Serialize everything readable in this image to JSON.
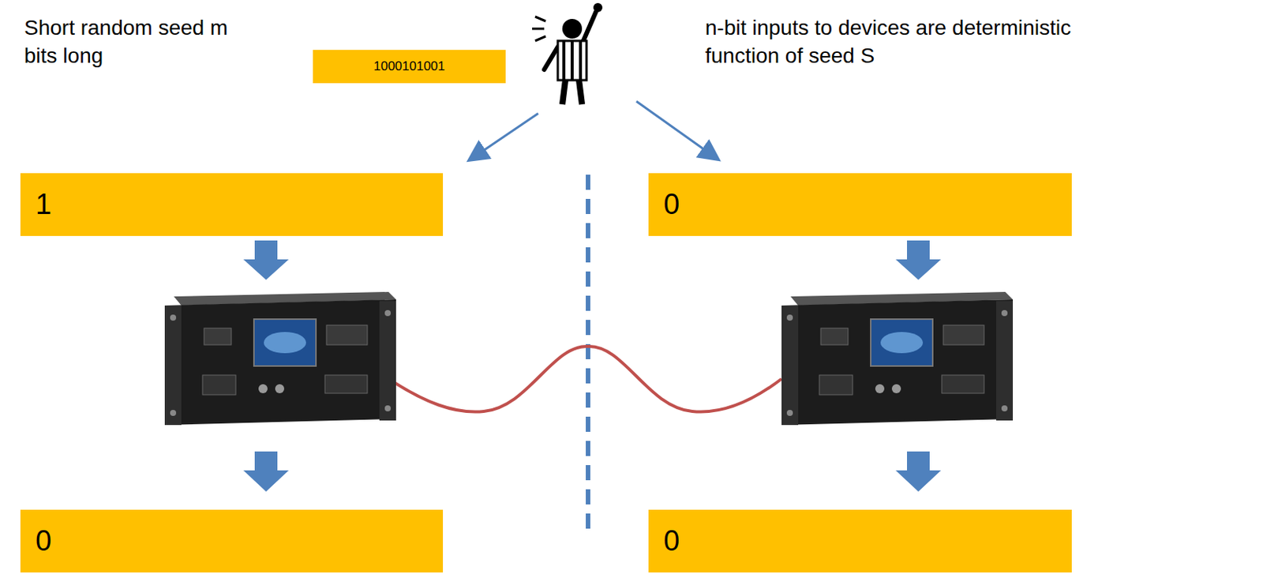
{
  "diagram": {
    "nodes": [
      {
        "text": [
          "1000101001"
        ]
      },
      {
        "text": [
          "1"
        ]
      },
      {
        "text": [
          "0"
        ]
      },
      {
        "text": [
          "0"
        ]
      },
      {
        "text": [
          "0"
        ]
      }
    ],
    "labels": [
      "Short random seed m bits long",
      "n-bit inputs to devices are deterministic function of seed S"
    ]
  }
}
